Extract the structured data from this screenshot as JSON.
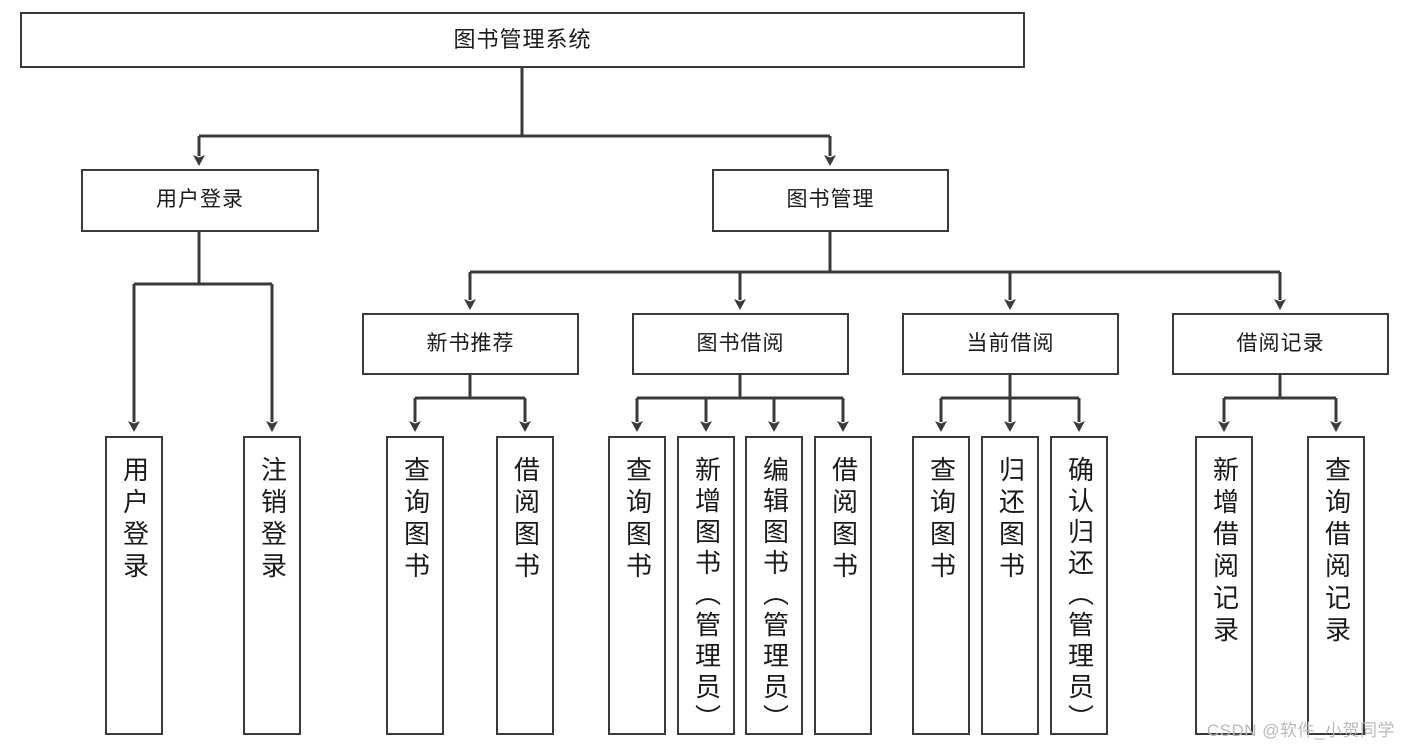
{
  "diagram": {
    "title": "图书管理系统",
    "watermark": "CSDN @软件_小贺同学",
    "colors": {
      "stroke": "#3a3a3a",
      "fill": "#ffffff",
      "text": "#1a1a1a",
      "watermark": "#b9b9b9"
    },
    "levels": {
      "root": {
        "label": "图书管理系统"
      },
      "level2": [
        {
          "label": "用户登录"
        },
        {
          "label": "图书管理"
        }
      ],
      "level3": [
        {
          "label": "新书推荐"
        },
        {
          "label": "图书借阅"
        },
        {
          "label": "当前借阅"
        },
        {
          "label": "借阅记录"
        }
      ],
      "leaves": [
        {
          "label": "用户登录",
          "parent": "用户登录"
        },
        {
          "label": "注销登录",
          "parent": "用户登录"
        },
        {
          "label": "查询图书",
          "parent": "新书推荐"
        },
        {
          "label": "借阅图书",
          "parent": "新书推荐"
        },
        {
          "label": "查询图书",
          "parent": "图书借阅"
        },
        {
          "label": "新增图书（管理员）",
          "parent": "图书借阅"
        },
        {
          "label": "编辑图书（管理员）",
          "parent": "图书借阅"
        },
        {
          "label": "借阅图书",
          "parent": "图书借阅"
        },
        {
          "label": "查询图书",
          "parent": "当前借阅"
        },
        {
          "label": "归还图书",
          "parent": "当前借阅"
        },
        {
          "label": "确认归还（管理员）",
          "parent": "当前借阅"
        },
        {
          "label": "新增借阅记录",
          "parent": "借阅记录"
        },
        {
          "label": "查询借阅记录",
          "parent": "借阅记录"
        }
      ]
    }
  }
}
